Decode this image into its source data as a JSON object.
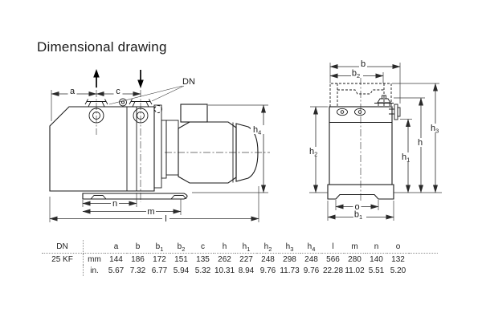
{
  "title": "Dimensional drawing",
  "drawing": {
    "dn_label": "DN",
    "labels": {
      "a": {
        "base": "a",
        "sub": ""
      },
      "c": {
        "base": "c",
        "sub": ""
      },
      "h4": {
        "base": "h",
        "sub": "4"
      },
      "n": {
        "base": "n",
        "sub": ""
      },
      "m": {
        "base": "m",
        "sub": ""
      },
      "l": {
        "base": "l",
        "sub": ""
      },
      "b": {
        "base": "b",
        "sub": ""
      },
      "b2": {
        "base": "b",
        "sub": "2"
      },
      "b1": {
        "base": "b",
        "sub": "1"
      },
      "o": {
        "base": "o",
        "sub": ""
      },
      "h": {
        "base": "h",
        "sub": ""
      },
      "h1": {
        "base": "h",
        "sub": "1"
      },
      "h2": {
        "base": "h",
        "sub": "2"
      },
      "h3": {
        "base": "h",
        "sub": "3"
      }
    }
  },
  "table": {
    "corner_header": "DN",
    "row_label": "25 KF",
    "units": [
      "mm",
      "in."
    ],
    "columns": [
      {
        "base": "a",
        "sub": ""
      },
      {
        "base": "b",
        "sub": ""
      },
      {
        "base": "b",
        "sub": "1"
      },
      {
        "base": "b",
        "sub": "2"
      },
      {
        "base": "c",
        "sub": ""
      },
      {
        "base": "h",
        "sub": ""
      },
      {
        "base": "h",
        "sub": "1"
      },
      {
        "base": "h",
        "sub": "2"
      },
      {
        "base": "h",
        "sub": "3"
      },
      {
        "base": "h",
        "sub": "4"
      },
      {
        "base": "l",
        "sub": ""
      },
      {
        "base": "m",
        "sub": ""
      },
      {
        "base": "n",
        "sub": ""
      },
      {
        "base": "o",
        "sub": ""
      }
    ],
    "mm": [
      "144",
      "186",
      "172",
      "151",
      "135",
      "262",
      "227",
      "248",
      "298",
      "248",
      "566",
      "280",
      "140",
      "132"
    ],
    "in": [
      "5.67",
      "7.32",
      "6.77",
      "5.94",
      "5.32",
      "10.31",
      "8.94",
      "9.76",
      "11.73",
      "9.76",
      "22.28",
      "11.02",
      "5.51",
      "5.20"
    ]
  }
}
